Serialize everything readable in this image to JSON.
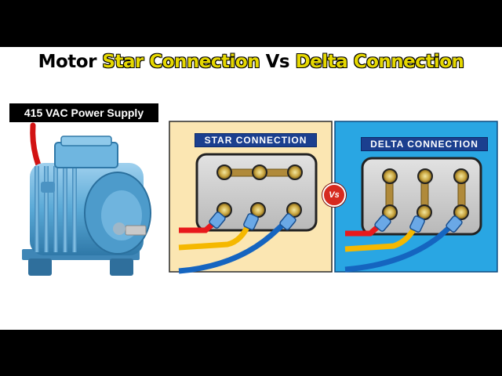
{
  "title": {
    "part1": "Motor ",
    "part2": "Star Connection",
    "part3": " Vs ",
    "part4": "Delta Connection"
  },
  "supply_label": "415 VAC Power Supply",
  "star_panel": {
    "label": "STAR  CONNECTION"
  },
  "delta_panel": {
    "label": "DELTA  CONNECTION"
  },
  "vs_badge": "Vs",
  "colors": {
    "phase_red": "#e8191c",
    "phase_yellow": "#f5b800",
    "phase_blue": "#1565c0",
    "star_panel_bg": "#fbe6b2",
    "delta_panel_bg": "#29a6e3",
    "terminal_link": "#b08a3a",
    "motor_body": "#5aa9d6"
  }
}
